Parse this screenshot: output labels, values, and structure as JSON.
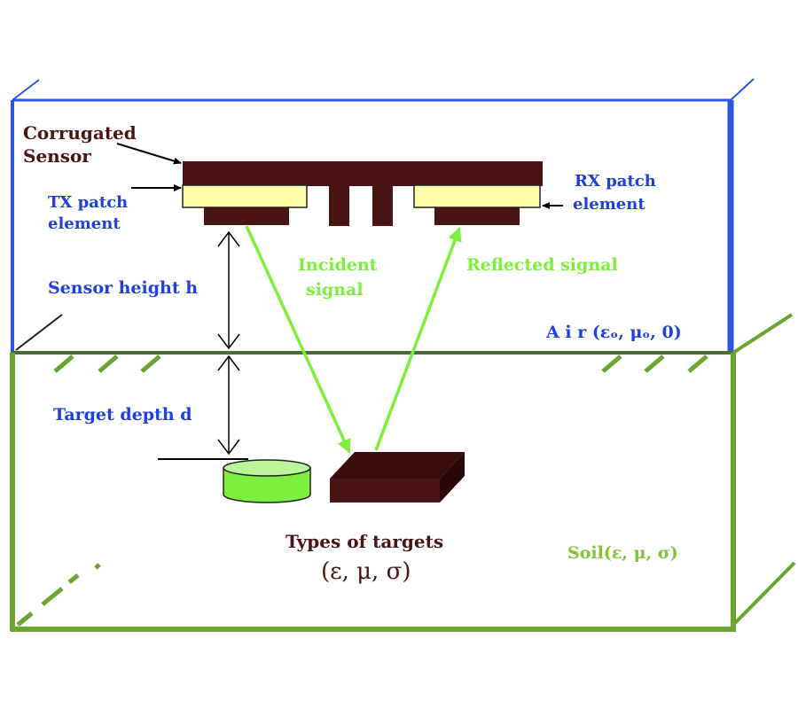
{
  "labels": {
    "corrugated_line1": "Corrugated",
    "corrugated_line2": "Sensor",
    "tx_line1": "TX patch",
    "tx_line2": "element",
    "rx_line1": "RX patch",
    "rx_line2": "element",
    "incident_line1": "Incident",
    "incident_line2": "signal",
    "reflected": "Reflected signal",
    "sensor_height": "Sensor height  h",
    "target_depth": "Target depth d",
    "air": "A i r (εₒ, μₒ, 0)",
    "soil": "Soil(ε,  μ,  σ)",
    "targets_title": "Types of targets",
    "targets_params": "(ε, μ, σ)"
  },
  "colors": {
    "air_box": "#2b55e6",
    "soil_box": "#6aa531",
    "sensor_body": "#4a1414",
    "patch_fill": "#ffffaa",
    "signal": "#7cf03c",
    "cylinder": "#7cf03c",
    "blue_text": "#1f3fe0",
    "dark_text": "#4a1414",
    "green_text": "#7cf03c",
    "soil_text": "#7fc43a"
  }
}
